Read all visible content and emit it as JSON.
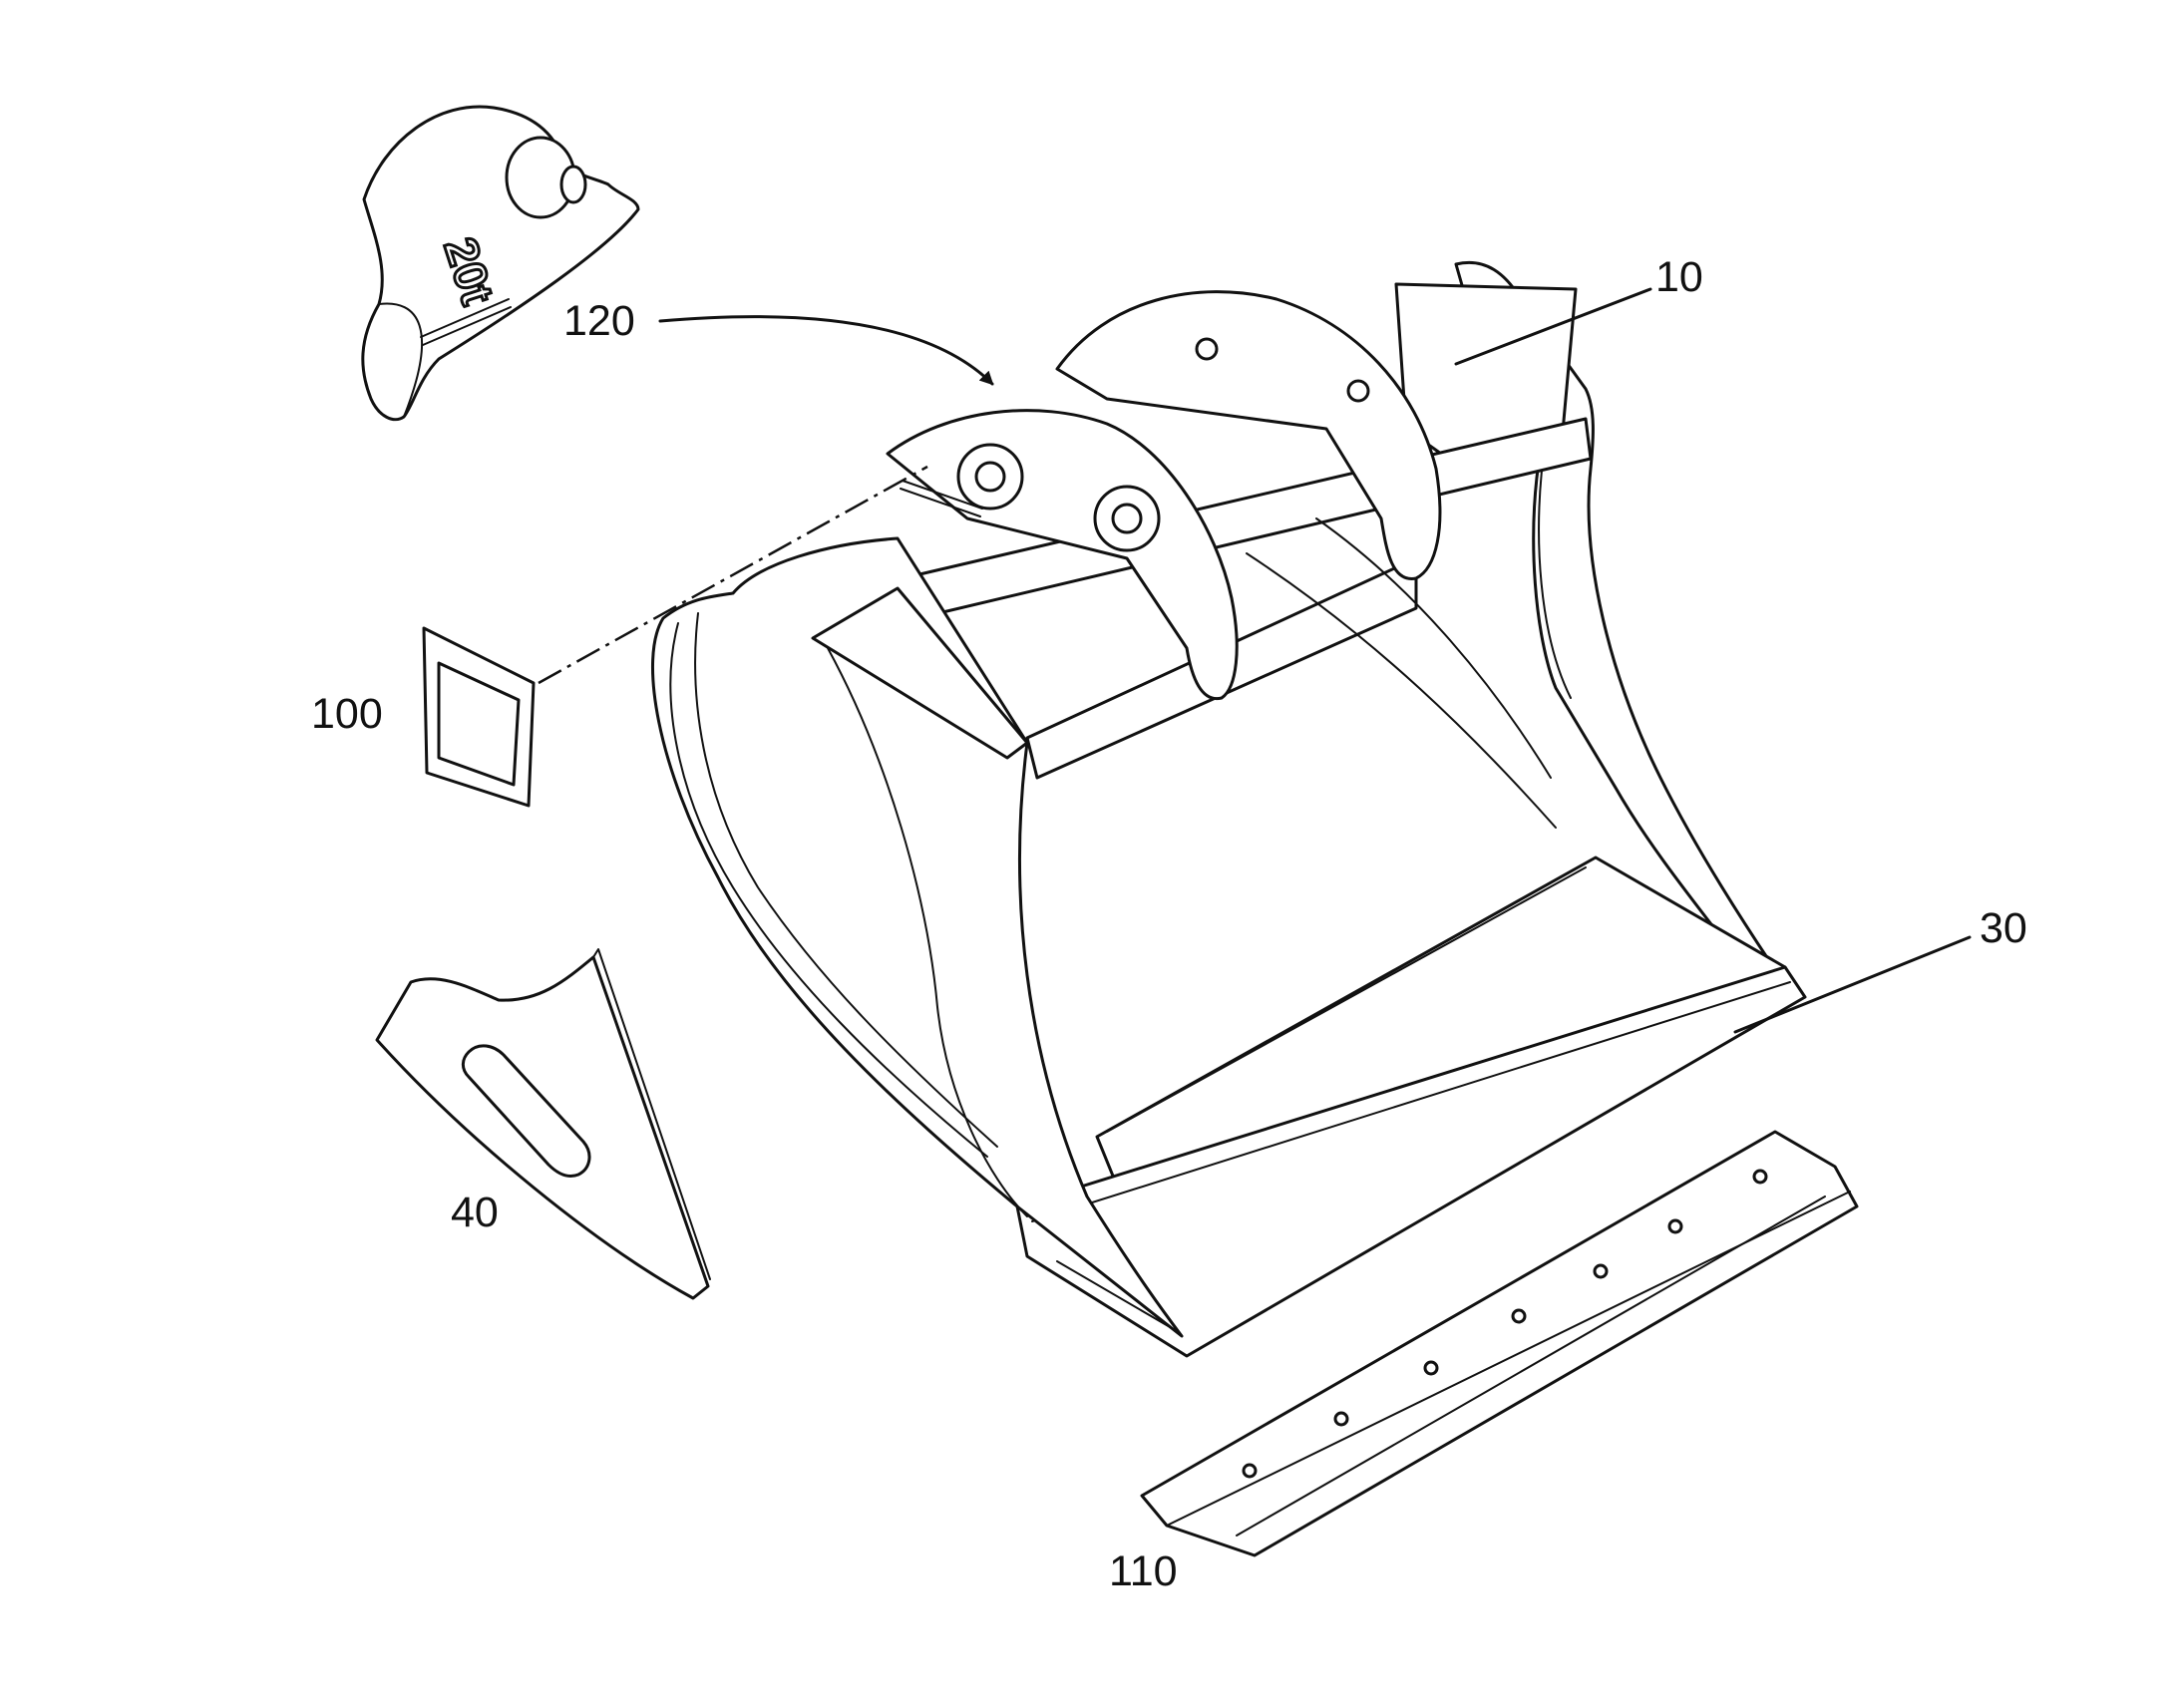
{
  "figure": {
    "callouts": [
      {
        "id": "c10",
        "text": "10"
      },
      {
        "id": "c120",
        "text": "120"
      },
      {
        "id": "c100",
        "text": "100"
      },
      {
        "id": "c30",
        "text": "30"
      },
      {
        "id": "c40",
        "text": "40"
      },
      {
        "id": "c110",
        "text": "110"
      }
    ],
    "tag_marking": "20t"
  }
}
